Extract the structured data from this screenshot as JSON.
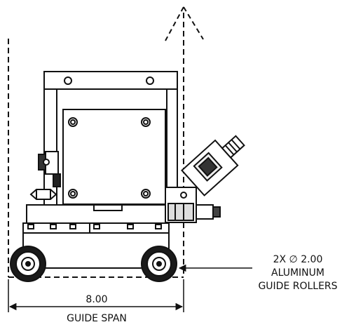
{
  "callout": {
    "quantity_diameter": "2X ∅ 2.00",
    "line2": "ALUMINUM",
    "line3": "GUIDE ROLLERS"
  },
  "dimension": {
    "value": "8.00",
    "label": "GUIDE SPAN"
  }
}
